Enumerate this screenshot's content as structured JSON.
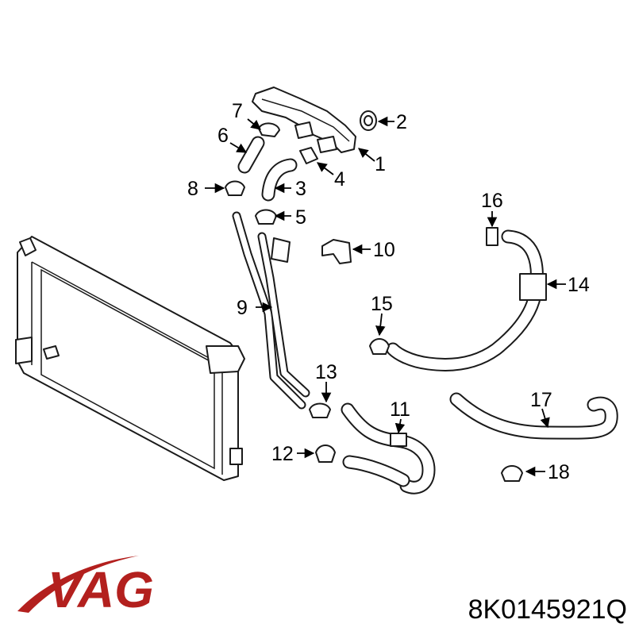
{
  "callouts": [
    "1",
    "2",
    "3",
    "4",
    "5",
    "6",
    "7",
    "8",
    "9",
    "10",
    "11",
    "12",
    "13",
    "14",
    "15",
    "16",
    "17",
    "18"
  ],
  "brand": {
    "name": "VAG",
    "color": "#b3201e"
  },
  "part_number": "8K0145921Q"
}
